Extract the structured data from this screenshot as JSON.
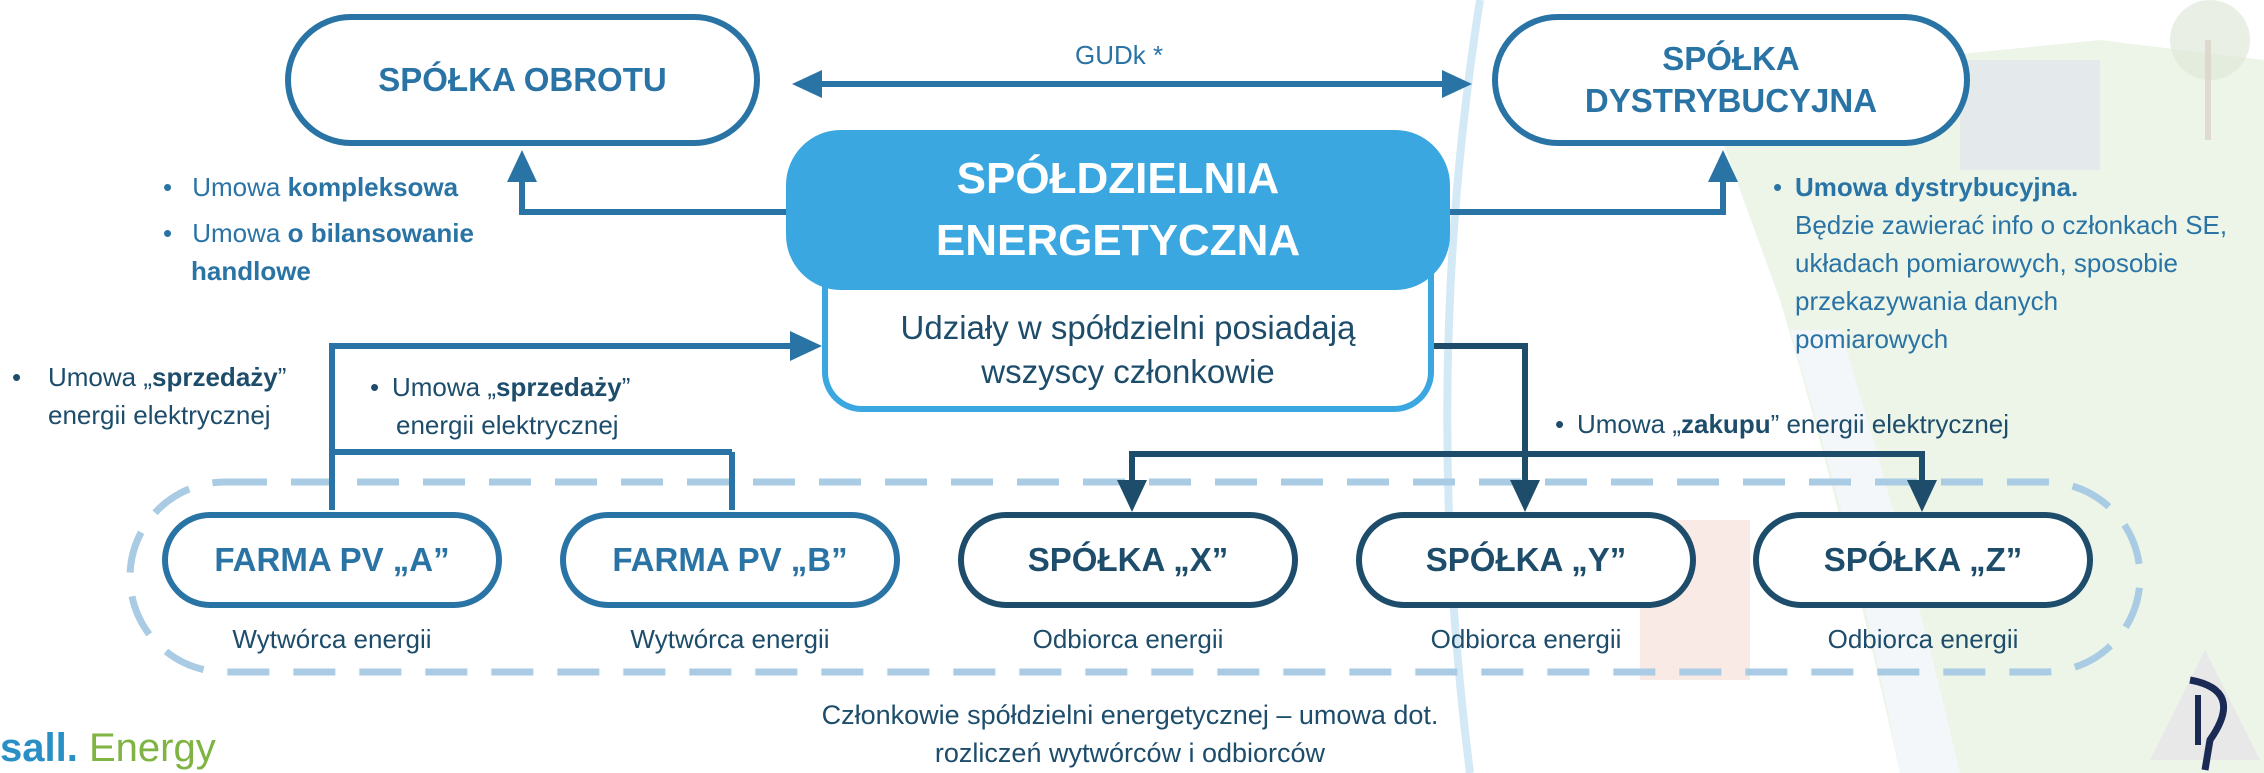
{
  "nodes": {
    "spolka_obrotu": "SPÓŁKA OBROTU",
    "spolka_dystrybucyjna": [
      "SPÓŁKA",
      "DYSTRYBUCYJNA"
    ],
    "spoldzielnia": [
      "SPÓŁDZIELNIA",
      "ENERGETYCZNA"
    ],
    "udzialy": [
      "Udziały w spółdzielni posiadają",
      "wszyscy członkowie"
    ],
    "farma_a": "FARMA PV „A”",
    "farma_b": "FARMA PV „B”",
    "spolka_x": "SPÓŁKA „X”",
    "spolka_y": "SPÓŁKA „Y”",
    "spolka_z": "SPÓŁKA „Z”"
  },
  "sub_labels": {
    "farma_a": "Wytwórca energii",
    "farma_b": "Wytwórca energii",
    "spolka_x": "Odbiorca energii",
    "spolka_y": "Odbiorca energii",
    "spolka_z": "Odbiorca energii"
  },
  "gudk_label": "GUDk *",
  "left_contracts": {
    "umowa": "Umowa",
    "kompleksowa": "kompleksowa",
    "o_bilansowanie": "o bilansowanie",
    "handlowe": "handlowe"
  },
  "right_contract": {
    "title": "Umowa dystrybucyjna.",
    "lines": [
      "Będzie zawierać info o członkach SE,",
      "układach pomiarowych, sposobie",
      "przekazywania danych",
      "pomiarowych"
    ]
  },
  "sale_contract": {
    "prefix": "Umowa „",
    "bold": "sprzedaży",
    "suffix": "”",
    "line2": "energii elektrycznej"
  },
  "purchase_contract": {
    "prefix": "Umowa „",
    "bold": "zakupu",
    "suffix": "” energii elektrycznej"
  },
  "members_note": [
    "Członkowie spółdzielni energetycznej – umowa dot.",
    "rozliczeń wytwórców i odbiorców"
  ],
  "brand": {
    "part1": "sall.",
    "part2": " Energy"
  },
  "colors": {
    "light_blue": "#3ba7e0",
    "mid_blue": "#2a74a5",
    "dark_blue": "#1d4d6b",
    "dash": "#a9cbe3"
  }
}
